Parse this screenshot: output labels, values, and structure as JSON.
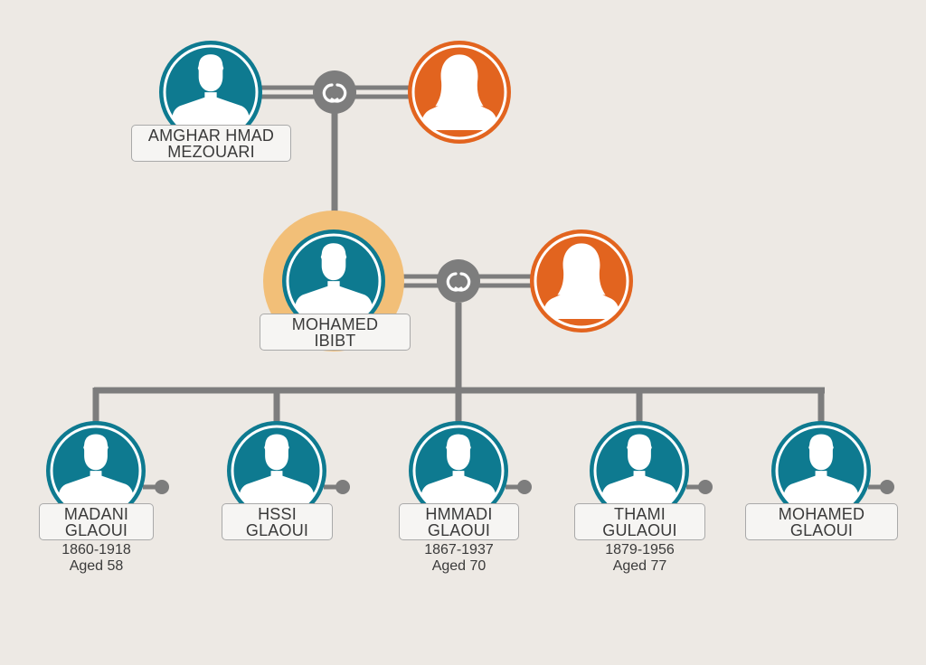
{
  "colors": {
    "male": "#0e7a90",
    "female": "#e2641f",
    "highlight": "#f2bf78",
    "connector": "#7d7d7d"
  },
  "icons": {
    "union": "union-rings-icon",
    "male": "male-silhouette-icon",
    "female": "female-silhouette-icon"
  },
  "grandparents": {
    "father": {
      "name_line1": "AMGHAR HMAD",
      "name_line2": "MEZOUARI"
    }
  },
  "parent": {
    "name_line1": "MOHAMED",
    "name_line2": "IBIBT"
  },
  "children": [
    {
      "name_line1": "MADANI",
      "name_line2": "GLAOUI",
      "years": "1860-1918",
      "age": "Aged 58"
    },
    {
      "name_line1": "HSSI",
      "name_line2": "GLAOUI"
    },
    {
      "name_line1": "HMMADI",
      "name_line2": "GLAOUI",
      "years": "1867-1937",
      "age": "Aged 70"
    },
    {
      "name_line1": "THAMI",
      "name_line2": "GULAOUI",
      "years": "1879-1956",
      "age": "Aged 77"
    },
    {
      "name_line1": "MOHAMED",
      "name_line2": "GLAOUI"
    }
  ]
}
